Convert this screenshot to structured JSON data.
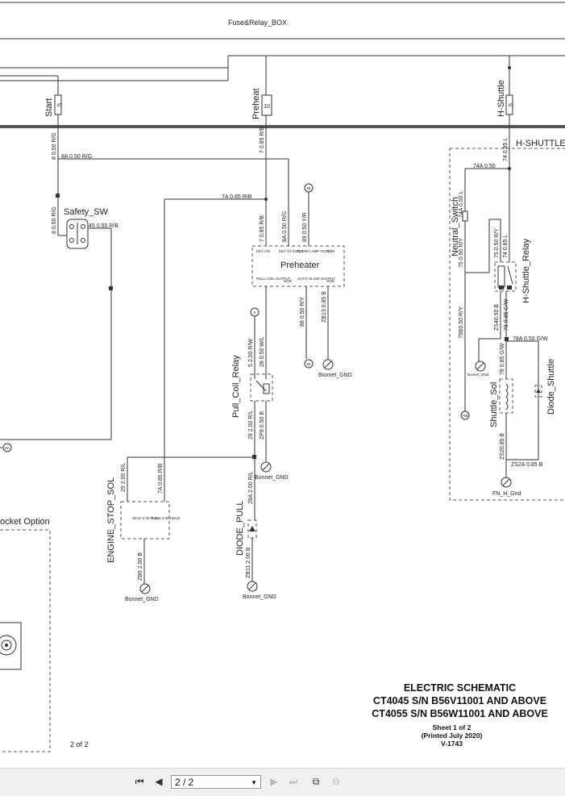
{
  "diagram": {
    "box_title": "Fuse&Relay_BOX",
    "fuses": [
      {
        "name": "Start",
        "rating": "5"
      },
      {
        "name": "Preheat",
        "rating": "10"
      },
      {
        "name": "H-Shuttle",
        "rating": "5"
      }
    ],
    "h_shuttle_group": "H-SHUTTLE",
    "wires": {
      "w8_rg": "8 0.50 R/G",
      "w8a_rg": "8A  0.50  R/G",
      "w8_rg_b": "8 0.50 R/G",
      "w45_rb": "45 0.50 R/B",
      "w7a_rb": "7A 0.85 R/B",
      "w7_rb_top": "7 0.85 R/B",
      "w7_rb": "7 0.85 R/B",
      "w8a_rg_v": "8A 0.50 R/G",
      "w89_yr": "89 0.50 Y/R",
      "w88_ry": "88 0.50 R/Y",
      "wzb13_b": "ZB13 0.85 B",
      "w5_rw": "5  2.00  R/W",
      "w28_wl": "28  0.50  W/L",
      "w29_rl": "29  2.00  R/L",
      "wzp8_b": "ZP8 0.50  B",
      "w29_rl_b": "29 2.00 R/L",
      "w7a_rb_b": "7A 0.85 R/B",
      "w29a_rl": "29A  2.00  R/L",
      "wzb6_b": "ZB6 2.00 B",
      "wzb11_b": "ZB11 2.00 B",
      "w74_l": "74 0.85 L",
      "w74a": "74A 0.50",
      "w74a_l": "74A 0.50 L",
      "w75_ry": "75 0.50 R/Y",
      "w75_ry_b": "75 0.50 R/Y",
      "w74_l_b": "74  0.85  L",
      "w75b_ry": "75B0.50 R/Y",
      "wzs4_b": "ZS40.50 B",
      "w78_gw": "78 0.85 G/W",
      "w78_gw_b": "78 0.85 G/W",
      "w78a_gw": "78A 0.50  G/W",
      "wzs2_b": "ZS20.85 B",
      "wzs2a_b": "ZS2A 0.85  B"
    },
    "components": {
      "safety_sw": "Safety_SW",
      "preheater": "Preheater",
      "preheater_pins": [
        "KEY ON",
        "KEY ST INPUT",
        "GLOW LAMP OUT(-)",
        "NON",
        "PULL COIL OUTPUT",
        "NON",
        "AUTO GLOW OUTPUT",
        "GND"
      ],
      "pull_coil_relay": "Pull_Coil_Relay",
      "engine_stop_sol": "ENGINE_STOP_SOL",
      "sol_pull": "36.5A 2.00 PULL",
      "sol_hold": "0.45A 2.00 HOLD",
      "diode_pull": "DIODE_PULL",
      "neutral_switch": "Neutral_Switch",
      "h_shuttle_relay": "H-Shuttle_Relay",
      "shuttle_sol": "Shuttle_Sol",
      "diode_shuttle": "Diode_Shuttle"
    },
    "grounds": {
      "bonnet_gnd_1": "Bonnet_GND",
      "bonnet_gnd_2": "Bonnet_GND",
      "bonnet_gnd_3": "Bonnet_GND",
      "bonnet_gnd_4": "Bonnet_GND",
      "bonnet_gnd_small": "Bonnet_GND",
      "fn_h_gnd": "FN_H_Gnd"
    },
    "connectors": {
      "c89": "89",
      "c5": "5",
      "c88": "88",
      "c8a": "8A",
      "c75b": "75B"
    },
    "socket_option": "ocket Option",
    "page_label": "2 of 2"
  },
  "title_block": {
    "line1": "ELECTRIC SCHEMATIC",
    "line2": "CT4045 S/N B56V11001 AND ABOVE",
    "line3": "CT4055 S/N B56W11001 AND ABOVE",
    "sheet": "Sheet 1 of 2",
    "printed": "(Printed July 2020)",
    "code": "V-1743"
  },
  "toolbar": {
    "page_value": "2 / 2",
    "icons": [
      "first-page-icon",
      "previous-page-icon",
      "next-page-icon",
      "last-page-icon",
      "previous-view-icon",
      "next-view-icon"
    ]
  }
}
